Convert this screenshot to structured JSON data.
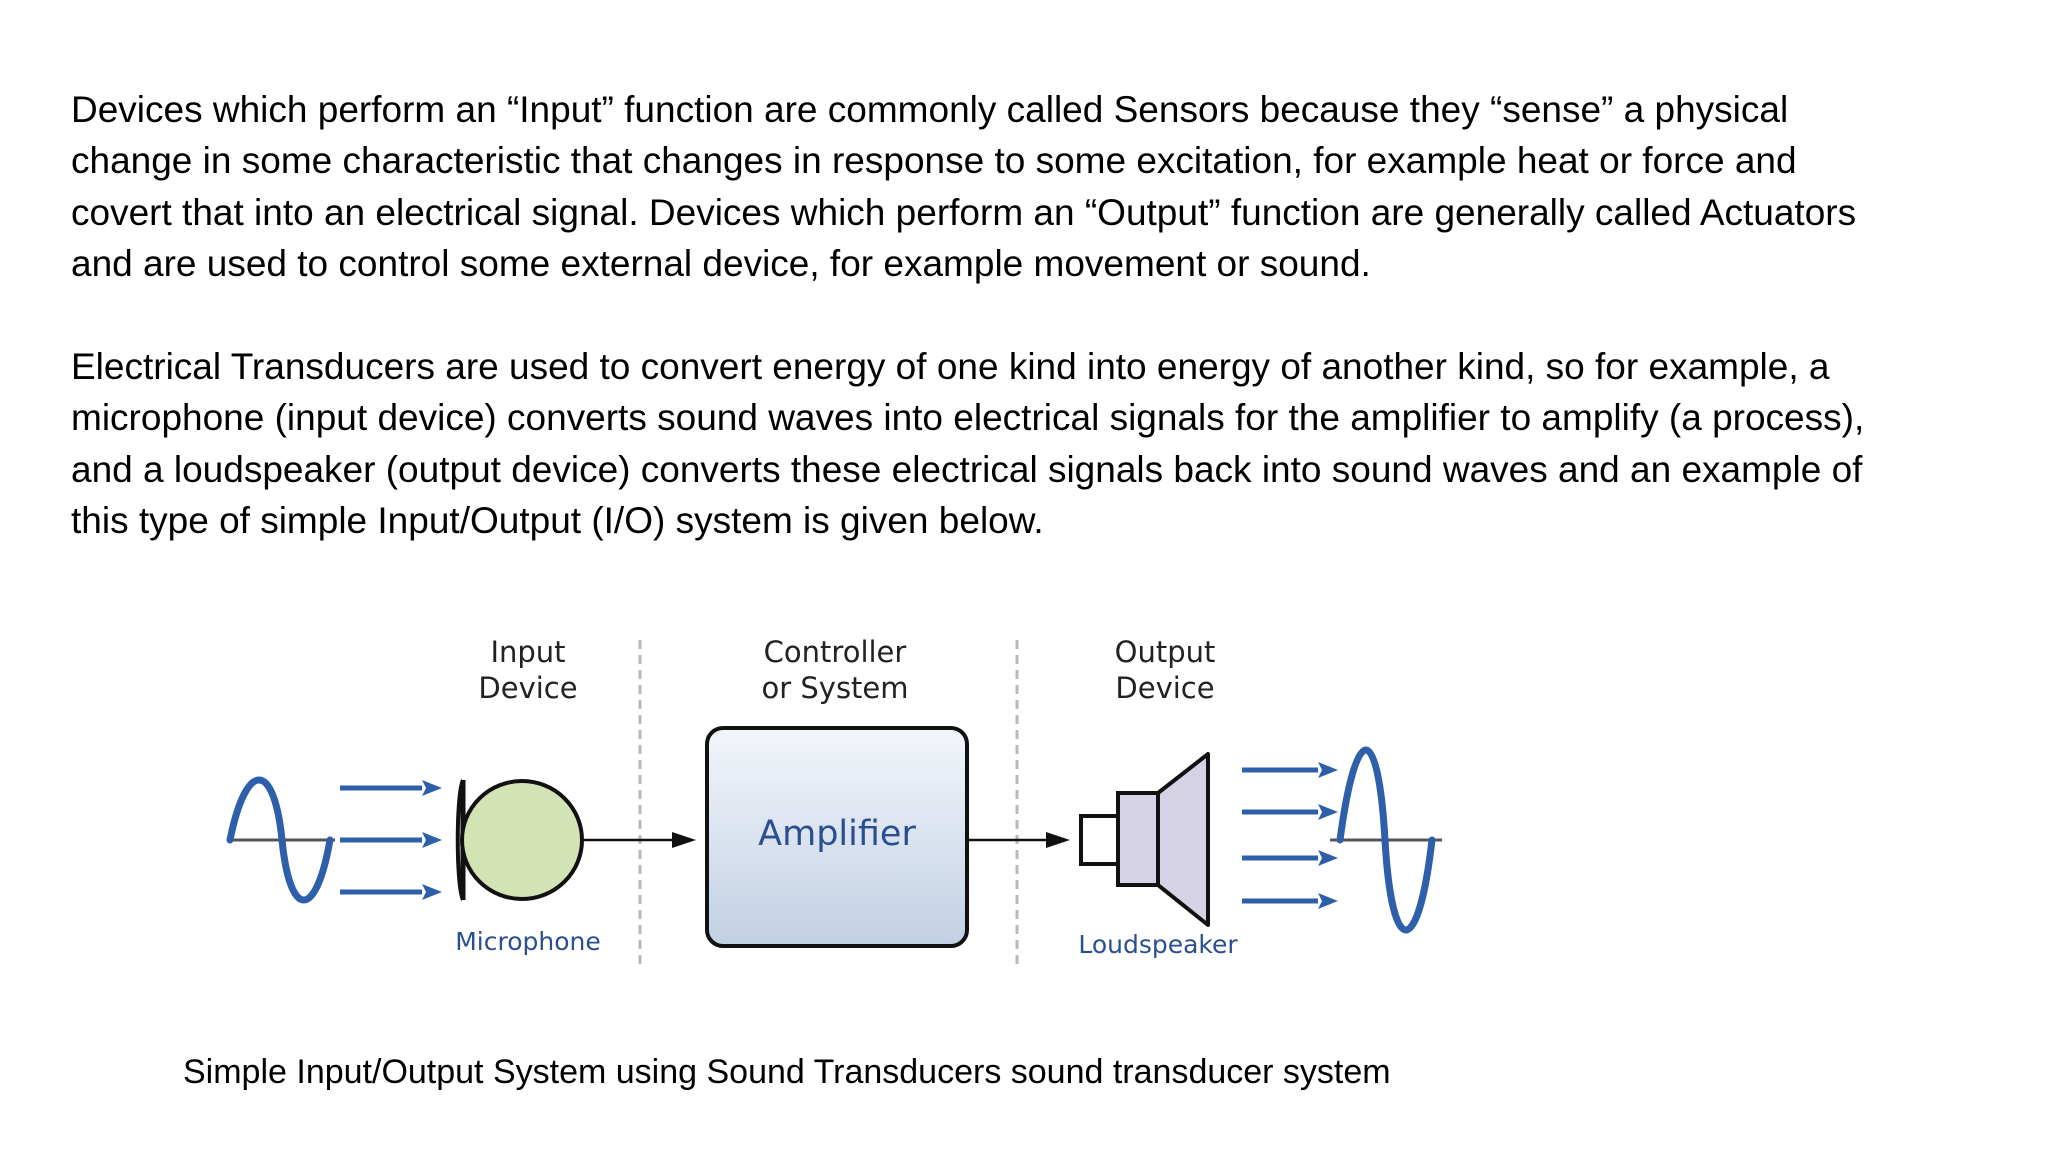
{
  "paragraphs": [
    {
      "lines": [
        "Devices which perform an “Input” function are commonly called Sensors because they “sense” a physical",
        "change in some characteristic that changes in response to some excitation, for example heat or force and",
        "covert that into an electrical signal. Devices which perform an “Output” function are generally called Actuators",
        "and are used to control some external device, for example movement or sound."
      ]
    },
    {
      "lines": [
        "Electrical Transducers are used to convert energy of one kind into energy of another kind, so for example, a",
        "microphone (input device) converts sound waves into electrical signals for the amplifier to amplify (a process),",
        "and a loudspeaker (output device) converts these electrical signals back into sound waves and an example of",
        "this type of simple Input/Output (I/O) system is given below."
      ]
    }
  ],
  "diagram": {
    "input_header": [
      "Input",
      "Device"
    ],
    "controller_header": [
      "Controller",
      "or System"
    ],
    "output_header": [
      "Output",
      "Device"
    ],
    "amplifier_label": "Amplifier",
    "microphone_label": "Microphone",
    "loudspeaker_label": "Loudspeaker",
    "colors": {
      "wave_arrow_blue": "#2e5faa",
      "label_blue": "#2a4f8f",
      "microphone_fill": "#d4e3b5",
      "amplifier_fill_top": "#f3f6fb",
      "amplifier_fill_bottom": "#c2d0e4",
      "speaker_fill": "#d5d2e6",
      "divider_gray": "#b8b8b8"
    }
  },
  "caption": "Simple Input/Output System using Sound Transducers sound transducer system"
}
